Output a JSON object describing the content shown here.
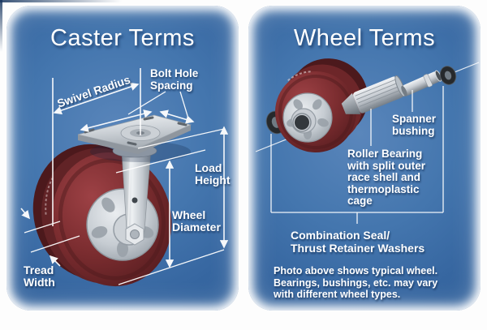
{
  "caster_panel": {
    "title": "Caster Terms",
    "labels": {
      "swivel_radius": "Swivel Radius",
      "bolt_hole": [
        "Bolt Hole",
        "Spacing"
      ],
      "load_height": [
        "Load",
        "Height"
      ],
      "wheel_diameter": [
        "Wheel",
        "Diameter"
      ],
      "tread_width": [
        "Tread",
        "Width"
      ]
    }
  },
  "wheel_panel": {
    "title": "Wheel Terms",
    "labels": {
      "spanner_bushing": [
        "Spanner",
        "bushing"
      ],
      "roller_bearing": [
        "Roller Bearing",
        "with split outer",
        "race shell and",
        "thermoplastic",
        "cage"
      ],
      "combination_seal": [
        "Combination Seal/",
        "Thrust Retainer Washers"
      ],
      "footnote": [
        "Photo above shows typical wheel.",
        "Bearings, bushings, etc. may vary",
        "with different wheel types."
      ]
    }
  },
  "colors": {
    "panel_blue": "#4476ae",
    "panel_blue_dark": "#2e5e98",
    "label_white": "#ffffff",
    "wheel_maroon": "#7b2d30",
    "wheel_maroon_dark": "#511c1f",
    "hub_gray": "#c6ccd2",
    "washer_dark": "#26292c"
  }
}
